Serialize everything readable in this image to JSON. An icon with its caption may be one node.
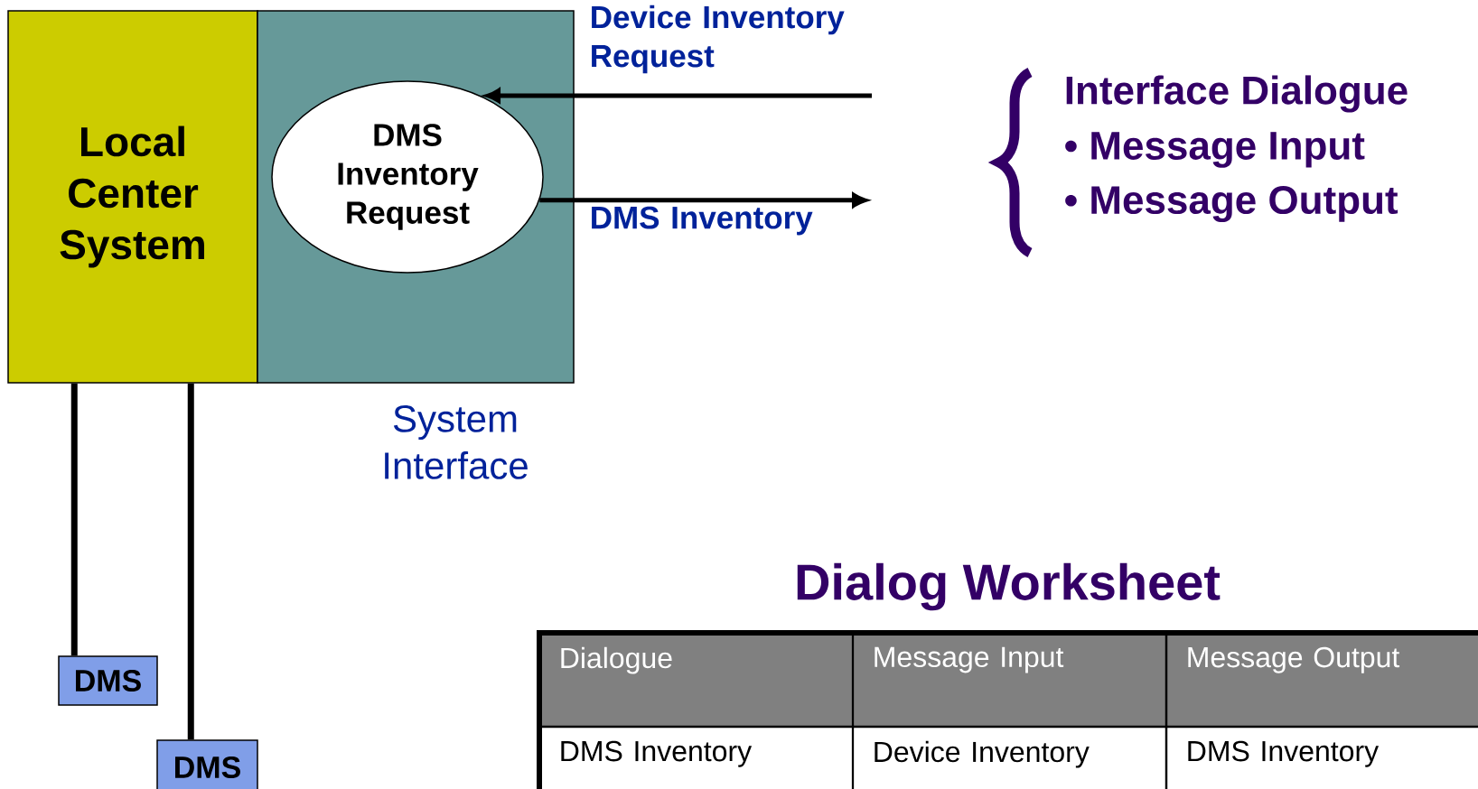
{
  "diagram": {
    "nodes": [
      {
        "text": [
          "Local Center System"
        ]
      },
      {
        "text": [
          "System Interface"
        ]
      },
      {
        "text": [
          "DMS Inventory Request"
        ],
        "in": 1
      },
      {
        "text": [
          "DMS"
        ]
      },
      {
        "text": [
          "DMS"
        ]
      }
    ],
    "edges": [
      {
        "from": null,
        "to": 2,
        "arrow": "to",
        "label": "Device Inventory Request"
      },
      {
        "from": 2,
        "to": null,
        "arrow": "to",
        "label": "DMS Inventory"
      },
      {
        "from": 0,
        "to": 3,
        "arrow": "none"
      },
      {
        "from": 0,
        "to": 4,
        "arrow": "none"
      }
    ],
    "labels": [
      "Interface Dialogue",
      "• Message Input",
      "• Message Output",
      "Dialog Worksheet",
      "Dialogue",
      "Message Input",
      "Message Output",
      "DMS Inventory",
      "Device Inventory",
      "DMS Inventory"
    ]
  }
}
